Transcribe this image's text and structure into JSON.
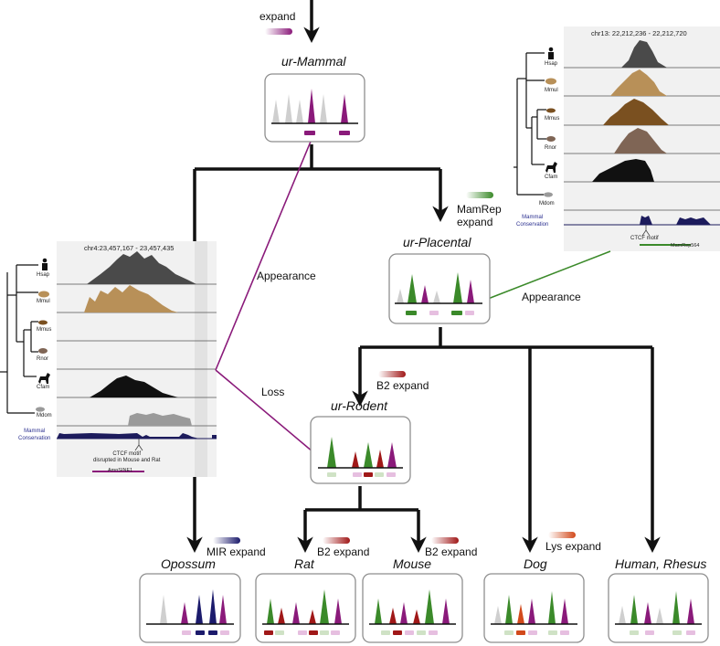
{
  "colors": {
    "mammal_purple": "#8a1a7a",
    "placental_green": "#3b8a2a",
    "b2_red": "#a01818",
    "mir_navy": "#1c1b6c",
    "lys_orange": "#d24a1c",
    "hsap": "#4a4a4a",
    "mmul": "#b89058",
    "mmus": "#7a5020",
    "rnor": "#7f6555",
    "cfam": "#111111",
    "mdom": "#9a9a9a",
    "conservation": "#1c1b5c"
  },
  "expand_labels": {
    "top": "expand",
    "mamrep": "MamRep\nexpand",
    "b2": "B2 expand",
    "mir": "MIR expand",
    "rat_b2": "B2 expand",
    "mouse_b2": "B2 expand",
    "lys": "Lys expand"
  },
  "events": {
    "appearance_left": "Appearance",
    "appearance_right": "Appearance",
    "loss": "Loss"
  },
  "nodes": {
    "ur_mammal": "ur-Mammal",
    "ur_placental": "ur-Placental",
    "ur_rodent": "ur-Rodent",
    "opossum": "Opossum",
    "rat": "Rat",
    "mouse": "Mouse",
    "dog": "Dog",
    "human_rhesus": "Human, Rhesus"
  },
  "left_panel": {
    "coords": "chr4:23,457,167 - 23,457,435",
    "species": [
      "Hsap",
      "Mmul",
      "Mmus",
      "Rnor",
      "Cfam",
      "Mdom"
    ],
    "conservation_label": "Mammal\nConservation",
    "motif_label": "CTCF motif\ndisrupted in Mouse and Rat",
    "element_label": "AmnSINE1"
  },
  "right_panel": {
    "coords": "chr13: 22,212,236 - 22,212,720",
    "species": [
      "Hsap",
      "Mmul",
      "Mmus",
      "Rnor",
      "Cfam",
      "Mdom"
    ],
    "conservation_label": "Mammal\nConservation",
    "motif_label": "CTCF motif",
    "element_label": "MamRep564"
  }
}
